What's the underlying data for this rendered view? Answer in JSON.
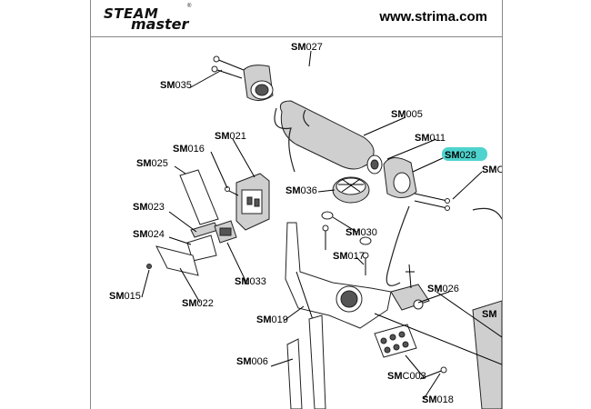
{
  "header": {
    "logo_line1": "STEAM",
    "logo_line2": "master",
    "logo_reg": "®",
    "site_url": "www.strima.com"
  },
  "highlight_color": "#4fd3ce",
  "part_prefix": "SM",
  "parts": {
    "sm027": "027",
    "sm035": "035",
    "sm005": "005",
    "sm011": "011",
    "sm028": "028",
    "sm021": "021",
    "sm016": "016",
    "sm025": "025",
    "sm036": "036",
    "sm030": "030",
    "sm023": "023",
    "sm024": "024",
    "sm017": "017",
    "sm033": "033",
    "sm015": "015",
    "sm022": "022",
    "sm026": "026",
    "sm019": "019",
    "sm006": "006",
    "smc003": "C003",
    "sm018": "018",
    "sm_partial_c": "C",
    "sm_partial_right": ""
  },
  "highlighted_part": "028"
}
